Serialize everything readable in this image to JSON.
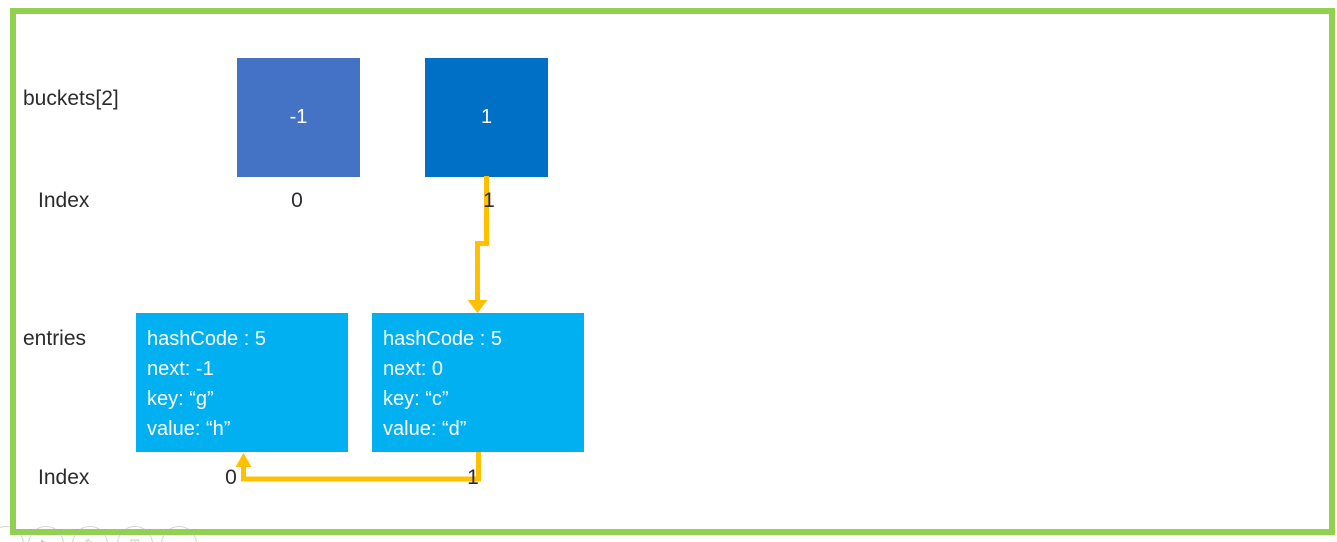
{
  "colors": {
    "border_green": "#92D050",
    "bucket_light_blue": "#4472C4",
    "bucket_dark_blue": "#0070C6",
    "entry_cyan": "#00B0F0",
    "arrow_yellow": "#FFC000",
    "text_dark": "#2b2b2b",
    "text_white": "#ffffff"
  },
  "buckets": {
    "label": "buckets[2]",
    "index_label": "Index",
    "cells": [
      {
        "value": "-1",
        "index": "0"
      },
      {
        "value": "1",
        "index": "1"
      }
    ]
  },
  "entries": {
    "label": "entries",
    "index_label": "Index",
    "cells": [
      {
        "index": "0",
        "lines": [
          "hashCode : 5",
          "next: -1",
          "key: “g”",
          "value: “h”"
        ]
      },
      {
        "index": "1",
        "lines": [
          "hashCode : 5",
          "next: 0",
          "key: “c”",
          "value: “d”"
        ]
      }
    ]
  },
  "arrows": [
    {
      "name": "bucket1-to-entry1",
      "description": "yellow arrow from bucket index 1 down to entry index 1"
    },
    {
      "name": "entry1-next-to-entry0",
      "description": "yellow arrow from entry index 1 bottom left and up to entry index 0"
    }
  ],
  "watermark": {
    "icons": [
      "arc-icon",
      "play-icon",
      "pencil-icon",
      "grid-icon",
      "ellipsis-icon"
    ],
    "glyphs": [
      "",
      "▶",
      "✎",
      "⊞",
      "⋯"
    ]
  }
}
